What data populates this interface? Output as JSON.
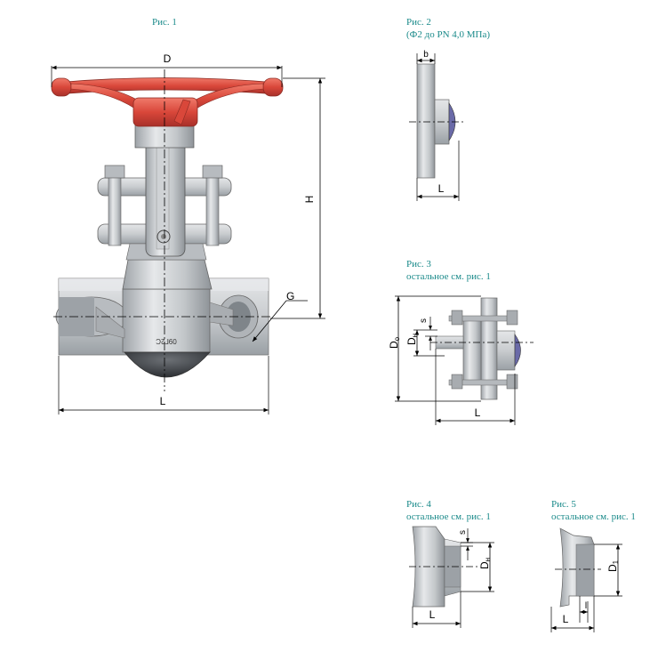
{
  "figures": {
    "fig1": {
      "caption": "Рис. 1"
    },
    "fig2": {
      "caption": "Рис. 2",
      "subcaption": "(Ф2 до PN 4,0 МПа)"
    },
    "fig3": {
      "caption": "Рис. 3",
      "subcaption": "остальное см. рис. 1"
    },
    "fig4": {
      "caption": "Рис. 4",
      "subcaption": "остальное см. рис. 1"
    },
    "fig5": {
      "caption": "Рис. 5",
      "subcaption": "остальное см. рис. 1"
    }
  },
  "labels": {
    "D": "D",
    "H": "H",
    "G": "G",
    "L": "L",
    "b": "b",
    "s": "s",
    "Do": "D",
    "Do_sub": "o",
    "Dn": "D",
    "Dn_sub": "н",
    "D1": "D",
    "D1_sub": "1",
    "l": "l",
    "body_mark": "09Г2С"
  },
  "colors": {
    "handwheel": "#d9473a",
    "handwheel_dark": "#a8302a",
    "steel": "#c9cccf",
    "steel_dark": "#8f9499",
    "steel_light": "#e4e6e8",
    "caption": "#1a8a8a",
    "seal": "#6a6aa8"
  }
}
